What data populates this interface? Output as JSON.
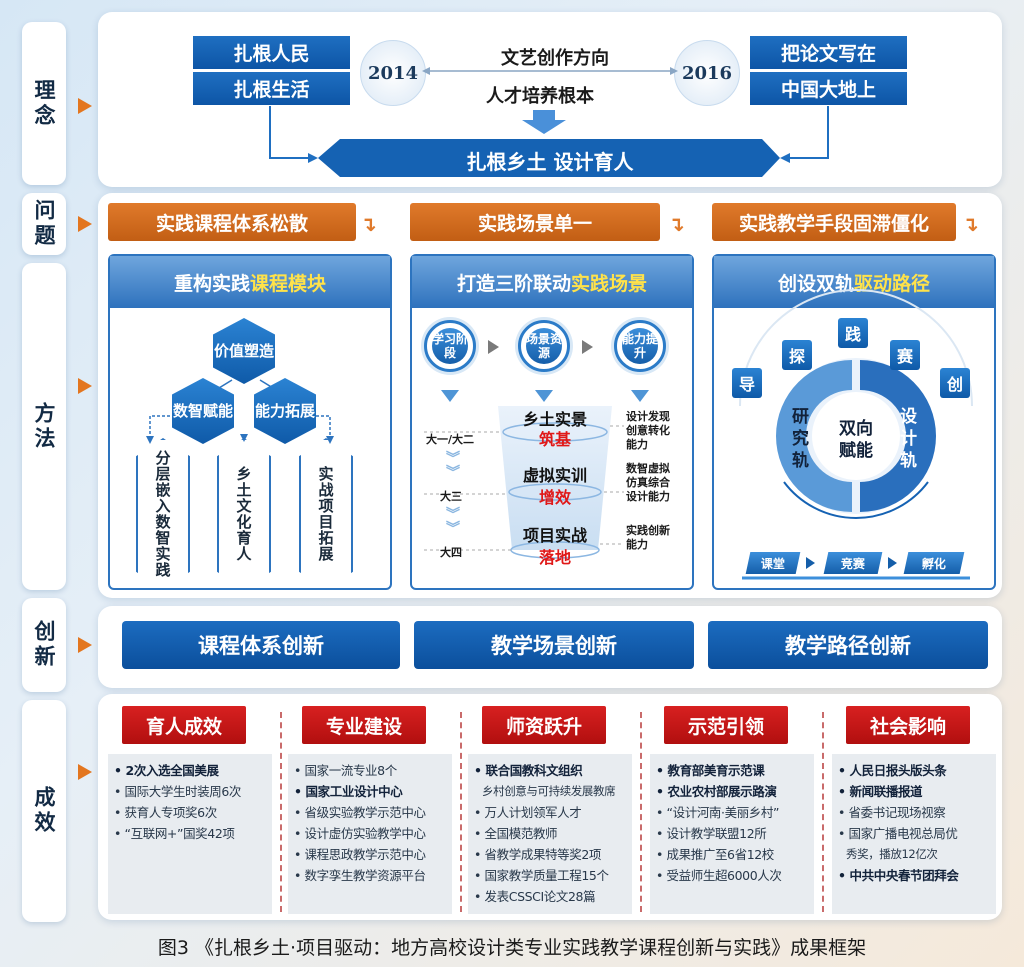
{
  "sections": {
    "concept": "理念",
    "problem": "问题",
    "method": "方法",
    "innovation": "创新",
    "result": "成效"
  },
  "concept": {
    "left_top": "扎根人民",
    "left_bottom": "扎根生活",
    "year_left": "2014",
    "center_top": "文艺创作方向",
    "center_bottom": "人才培养根本",
    "year_right": "2016",
    "right_top": "把论文写在",
    "right_bottom": "中国大地上",
    "banner": "扎根乡土 设计育人"
  },
  "problems": [
    "实践课程体系松散",
    "实践场景单一",
    "实践教学手段固滞僵化"
  ],
  "methods": {
    "card1": {
      "title_a": "重构实践",
      "title_b": "课程模块",
      "hex_top": "价值塑造",
      "hex_left": "数智赋能",
      "hex_right": "能力拓展",
      "long1": "分层嵌入数智实践",
      "long2": "乡土文化育人",
      "long3": "实战项目拓展"
    },
    "card2": {
      "title_a": "打造三阶联动",
      "title_b": "实践场景",
      "stage1": "学习阶段",
      "stage2": "场景资源",
      "stage3": "能力提升",
      "year1": "大一/大二",
      "year2": "大三",
      "year3": "大四",
      "level1": "乡土实景",
      "level1_red": "筑基",
      "level2": "虚拟实训",
      "level2_red": "增效",
      "level3": "项目实战",
      "level3_red": "落地",
      "ability1": "设计发现创意转化能力",
      "ability2": "数智虚拟仿真综合设计能力",
      "ability3": "实践创新能力"
    },
    "card3": {
      "title_a": "创设双轨",
      "title_b": "驱动路径",
      "icon_dao": "导",
      "icon_tan": "探",
      "icon_jian": "践",
      "icon_sai": "赛",
      "icon_chuang": "创",
      "track_left": "研究轨",
      "center": "双向赋能",
      "track_right": "设计轨",
      "chip1": "课堂",
      "chip2": "竞赛",
      "chip3": "孵化"
    }
  },
  "innovations": [
    "课程体系创新",
    "教学场景创新",
    "教学路径创新"
  ],
  "results": [
    {
      "head": "育人成效",
      "items": [
        {
          "t": "2次入选全国美展",
          "b": true
        },
        {
          "t": "国际大学生时装周6次",
          "b": false
        },
        {
          "t": "获育人专项奖6次",
          "b": false
        },
        {
          "t": "“互联网+”国奖42项",
          "b": false
        }
      ]
    },
    {
      "head": "专业建设",
      "items": [
        {
          "t": "国家一流专业8个",
          "b": false
        },
        {
          "t": "国家工业设计中心",
          "b": true
        },
        {
          "t": "省级实验教学示范中心",
          "b": false
        },
        {
          "t": "设计虚仿实验教学中心",
          "b": false
        },
        {
          "t": "课程思政教学示范中心",
          "b": false
        },
        {
          "t": "数字孪生教学资源平台",
          "b": false
        }
      ]
    },
    {
      "head": "师资跃升",
      "items": [
        {
          "t": "联合国教科文组织",
          "b": true
        },
        {
          "t": "乡村创意与可持续发展教席",
          "b": false,
          "sub": true
        },
        {
          "t": "万人计划领军人才",
          "b": false
        },
        {
          "t": "全国模范教师",
          "b": false
        },
        {
          "t": "省教学成果特等奖2项",
          "b": false
        },
        {
          "t": "国家教学质量工程15个",
          "b": false
        },
        {
          "t": "发表CSSCI论文28篇",
          "b": false
        }
      ]
    },
    {
      "head": "示范引领",
      "items": [
        {
          "t": "教育部美育示范课",
          "b": true
        },
        {
          "t": "农业农村部展示路演",
          "b": true
        },
        {
          "t": "“设计河南·美丽乡村”",
          "b": false
        },
        {
          "t": "设计教学联盟12所",
          "b": false
        },
        {
          "t": "成果推广至6省12校",
          "b": false
        },
        {
          "t": "受益师生超6000人次",
          "b": false
        }
      ]
    },
    {
      "head": "社会影响",
      "items": [
        {
          "t": "人民日报头版头条",
          "b": true
        },
        {
          "t": "新闻联播报道",
          "b": true
        },
        {
          "t": "省委书记现场视察",
          "b": false
        },
        {
          "t": "国家广播电视总局优",
          "b": false
        },
        {
          "t": "秀奖，播放12亿次",
          "b": false,
          "sub": true
        },
        {
          "t": "中共中央春节团拜会",
          "b": true
        }
      ]
    }
  ],
  "caption": "图3 《扎根乡土·项目驱动：地方高校设计类专业实践教学课程创新与实践》成果框架"
}
